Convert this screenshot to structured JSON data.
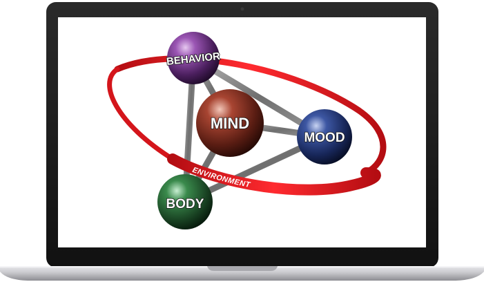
{
  "diagram": {
    "nodes": {
      "behavior": {
        "label": "BEHAVIOR",
        "color": "#5b2a6e"
      },
      "mind": {
        "label": "MIND",
        "color": "#6b2418"
      },
      "mood": {
        "label": "MOOD",
        "color": "#1c2f63"
      },
      "body": {
        "label": "BODY",
        "color": "#1f4d2a"
      }
    },
    "ring": {
      "label": "ENVIRONMENT",
      "color": "#e3141b"
    },
    "connector_color": "#8a8a8a"
  },
  "device": {
    "frame_color": "#1b1b1b",
    "base_color": "#c8c8cc"
  }
}
